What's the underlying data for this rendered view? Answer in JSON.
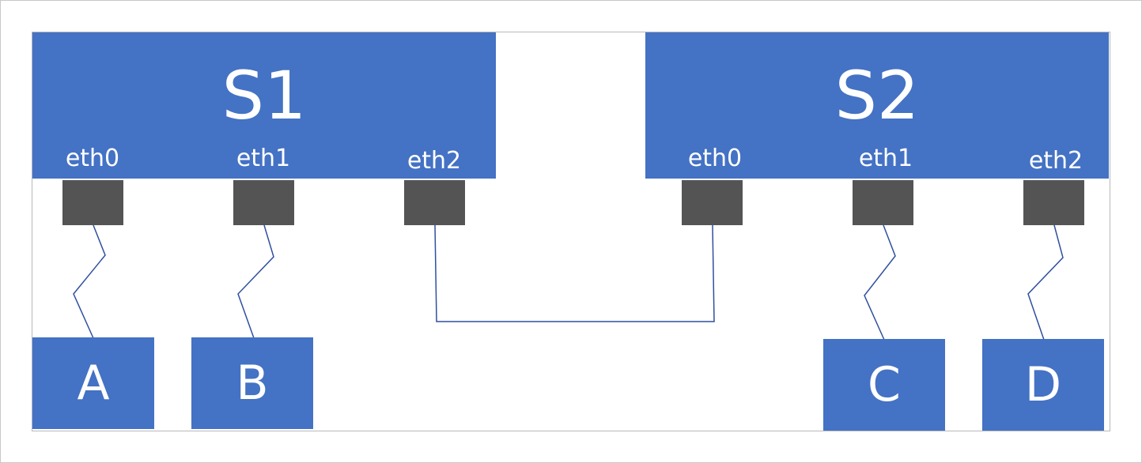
{
  "switches": {
    "s1": {
      "name": "S1",
      "ports": [
        "eth0",
        "eth1",
        "eth2"
      ]
    },
    "s2": {
      "name": "S2",
      "ports": [
        "eth0",
        "eth1",
        "eth2"
      ]
    }
  },
  "hosts": {
    "a": "A",
    "b": "B",
    "c": "C",
    "d": "D"
  },
  "colors": {
    "node": "#4472c4",
    "port": "#545454",
    "link": "#2f4f9f"
  }
}
